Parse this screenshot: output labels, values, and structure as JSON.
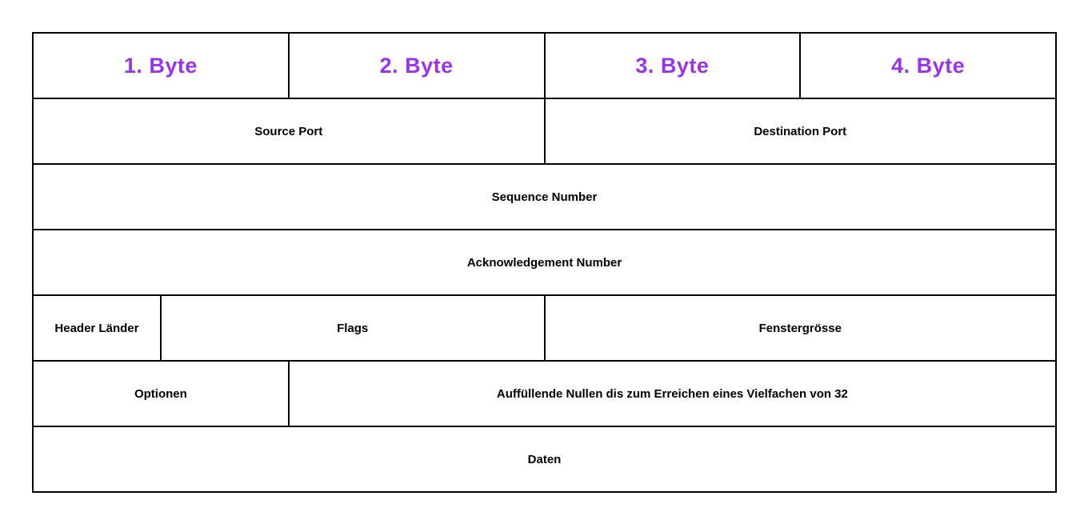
{
  "diagram": {
    "name": "tcp-header-structure",
    "byte_headers": [
      "1. Byte",
      "2. Byte",
      "3. Byte",
      "4. Byte"
    ],
    "fields": {
      "source_port": "Source Port",
      "destination_port": "Destination Port",
      "sequence_number": "Sequence Number",
      "acknowledgement_number": "Acknowledgement Number",
      "header_laenge": "Header Länder",
      "flags": "Flags",
      "fenstergroesse": "Fenstergrösse",
      "optionen": "Optionen",
      "padding": "Auffüllende Nullen dis zum Erreichen eines Vielfachen von 32",
      "daten": "Daten"
    }
  },
  "colors": {
    "byte_header_text": "#9b32ee",
    "field_text": "#000000",
    "border": "#000000",
    "background": "#ffffff"
  }
}
